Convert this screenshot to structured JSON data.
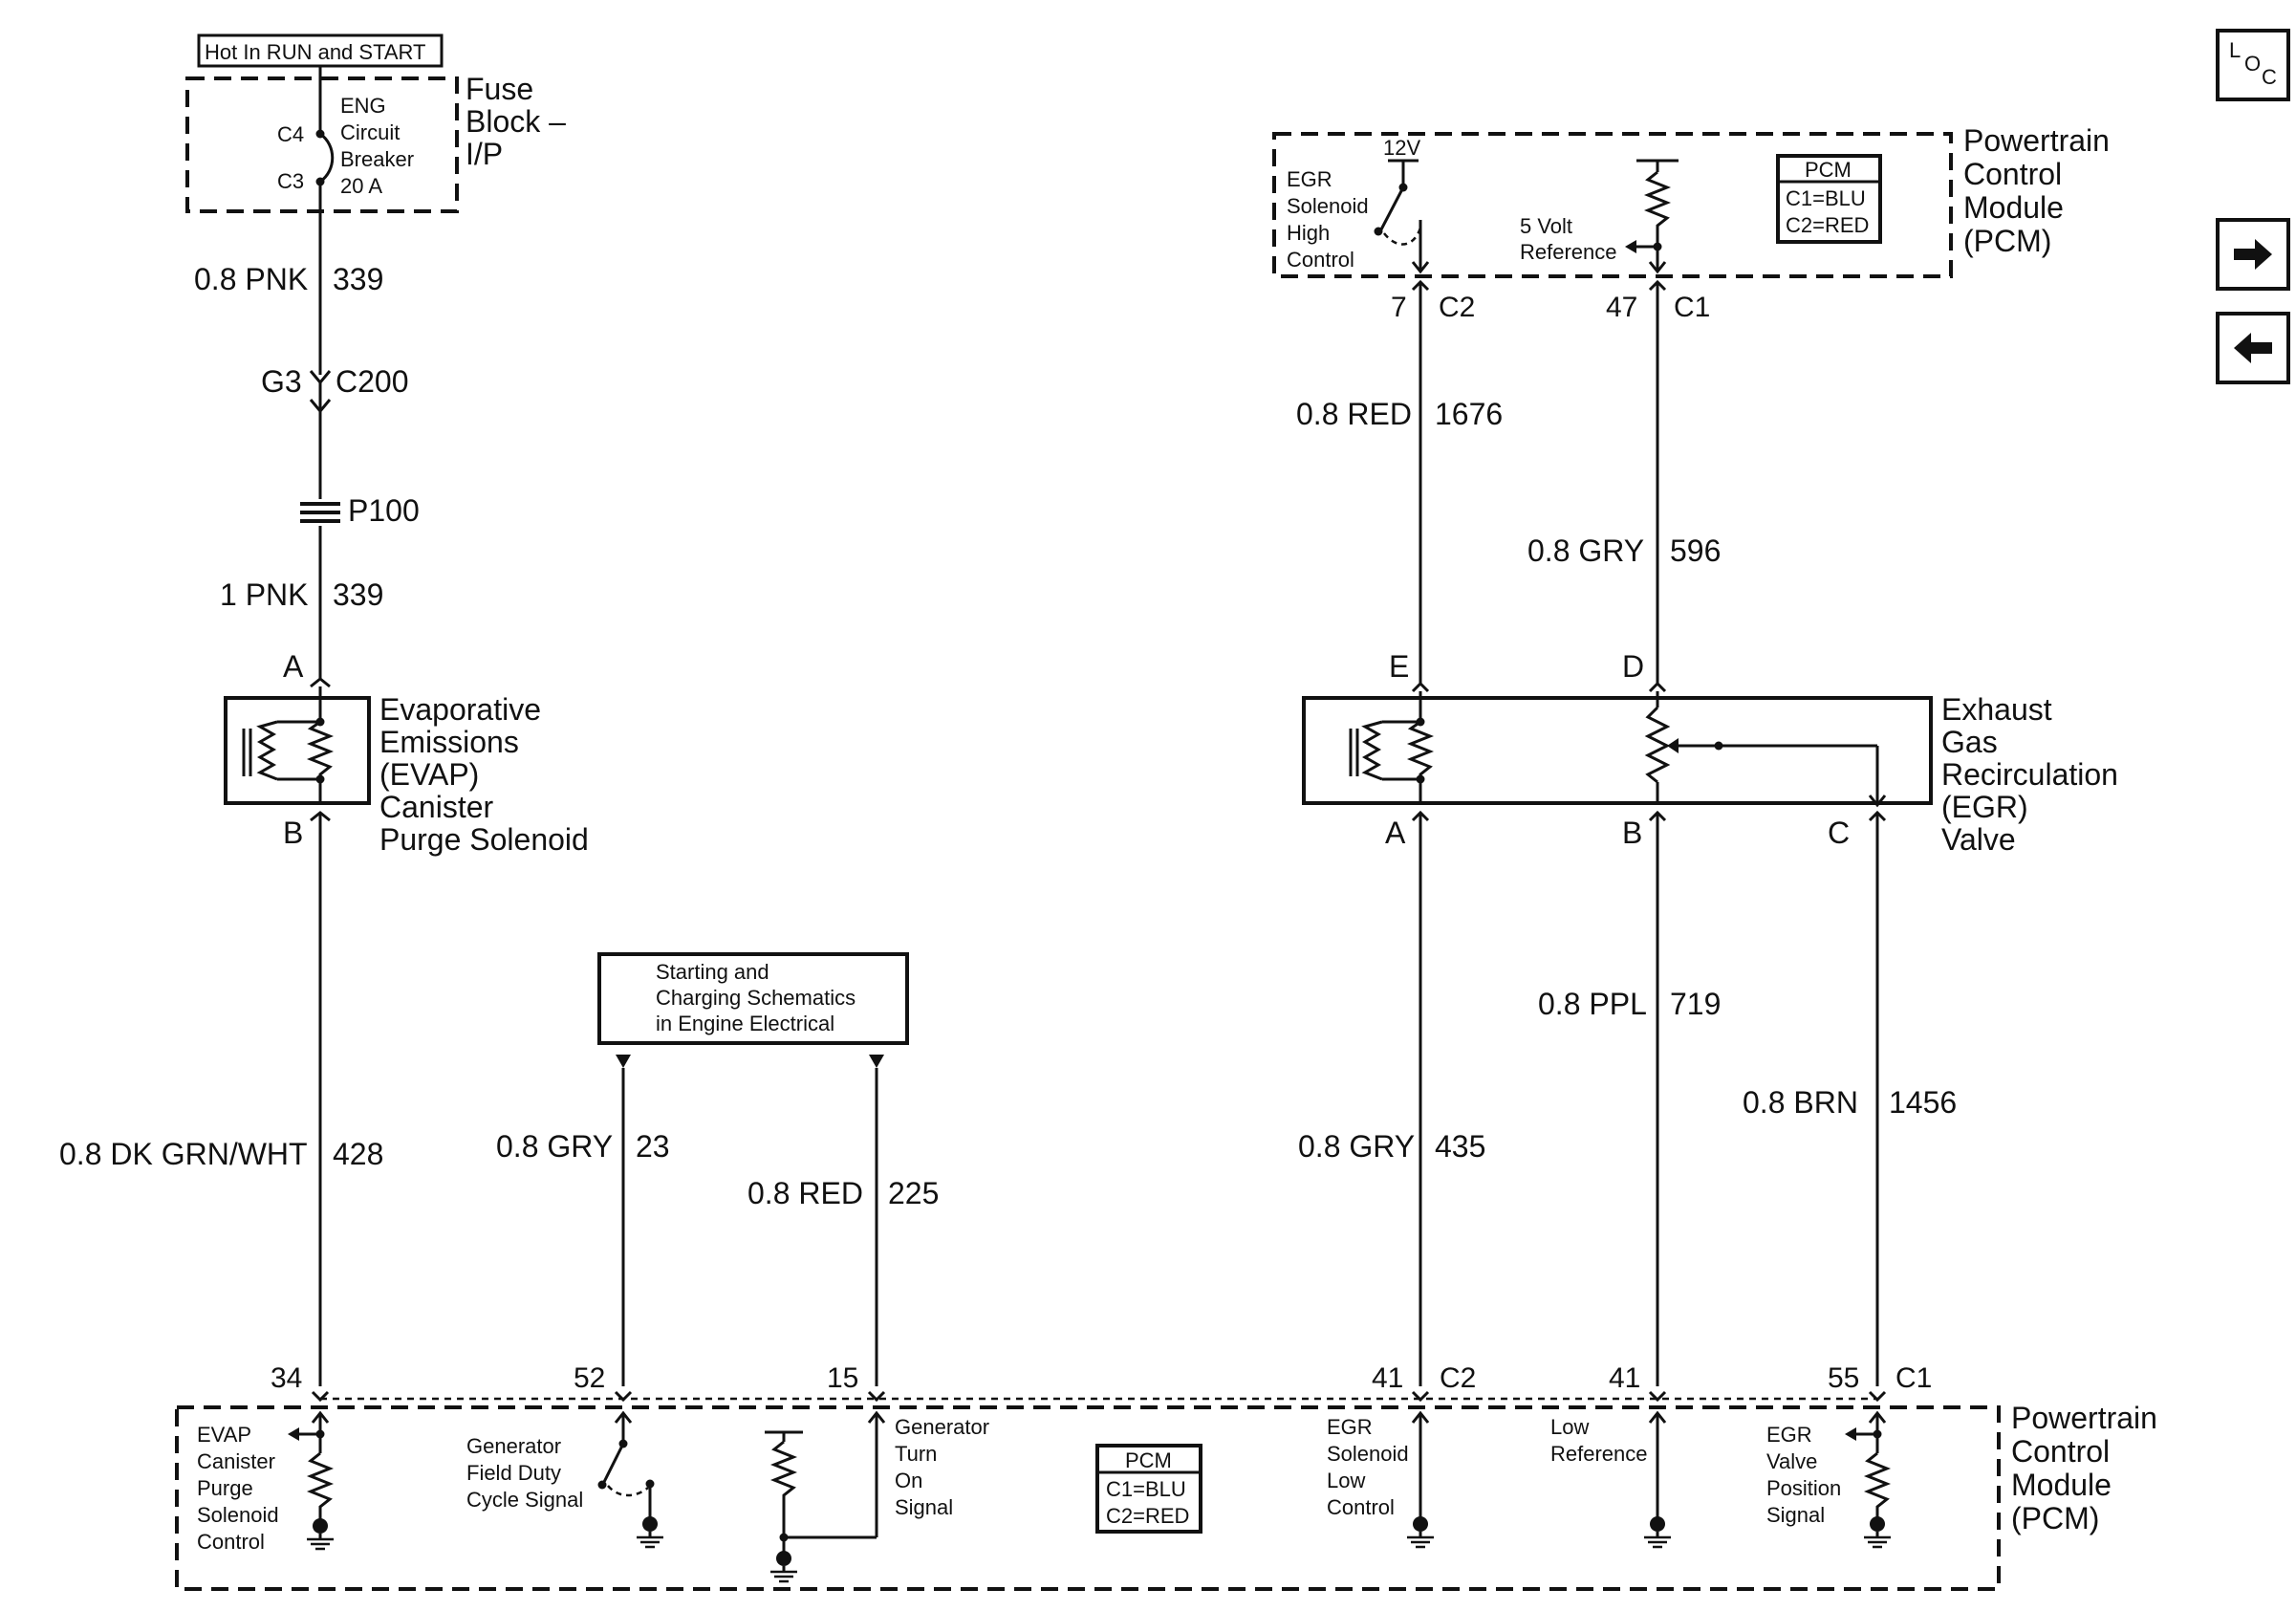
{
  "nav": {
    "loc": "LOC",
    "forward_icon": "arrow-right-icon",
    "back_icon": "arrow-left-icon"
  },
  "fuse": {
    "banner": "Hot In RUN and START",
    "c4": "C4",
    "c3": "C3",
    "desc": [
      "ENG",
      "Circuit",
      "Breaker",
      "20 A"
    ],
    "name": [
      "Fuse",
      "Block –",
      "I/P"
    ]
  },
  "left_circuit": {
    "wire1_color": "0.8 PNK",
    "wire1_num": "339",
    "conn_pin": "G3",
    "conn_id": "C200",
    "splice": "P100",
    "wire2_color": "1 PNK",
    "wire2_num": "339",
    "pin_a": "A",
    "pin_b": "B",
    "wire3_color": "0.8 DK GRN/WHT",
    "wire3_num": "428"
  },
  "evap": {
    "name": [
      "Evaporative",
      "Emissions",
      "(EVAP)",
      "Canister",
      "Purge Solenoid"
    ]
  },
  "starting": {
    "box": [
      "Starting and",
      "Charging Schematics",
      "in Engine Electrical"
    ],
    "wire_a_color": "0.8 GRY",
    "wire_a_num": "23",
    "wire_b_color": "0.8 RED",
    "wire_b_num": "225"
  },
  "pcm_top": {
    "name": [
      "Powertrain",
      "Control",
      "Module",
      "(PCM)"
    ],
    "legend_title": "PCM",
    "legend_c1": "C1=BLU",
    "legend_c2": "C2=RED",
    "v12": "12V",
    "egr_label": [
      "EGR",
      "Solenoid",
      "High",
      "Control"
    ],
    "ref_label": [
      "5 Volt",
      "Reference"
    ],
    "pin7": "7",
    "conn7": "C2",
    "pin47": "47",
    "conn47": "C1"
  },
  "egr_wires_top": {
    "w1_color": "0.8 RED",
    "w1_num": "1676",
    "w2_color": "0.8 GRY",
    "w2_num": "596"
  },
  "egr_valve": {
    "name": [
      "Exhaust",
      "Gas",
      "Recirculation",
      "(EGR)",
      "Valve"
    ],
    "pin_e": "E",
    "pin_d": "D",
    "pin_a": "A",
    "pin_b": "B",
    "pin_c": "C"
  },
  "egr_wires_bottom": {
    "a_color": "0.8 GRY",
    "a_num": "435",
    "b_color": "0.8 PPL",
    "b_num": "719",
    "c_color": "0.8 BRN",
    "c_num": "1456"
  },
  "pcm_bottom": {
    "name": [
      "Powertrain",
      "Control",
      "Module",
      "(PCM)"
    ],
    "legend_title": "PCM",
    "legend_c1": "C1=BLU",
    "legend_c2": "C2=RED",
    "pins": {
      "p34": "34",
      "p52": "52",
      "p15": "15",
      "p41a": "41",
      "c41a": "C2",
      "p41b": "41",
      "p55": "55",
      "c55": "C1"
    },
    "evap_label": [
      "EVAP",
      "Canister",
      "Purge",
      "Solenoid",
      "Control"
    ],
    "gen_field_label": [
      "Generator",
      "Field Duty",
      "Cycle Signal"
    ],
    "gen_turn_label": [
      "Generator",
      "Turn",
      "On",
      "Signal"
    ],
    "egr_low_label": [
      "EGR",
      "Solenoid",
      "Low",
      "Control"
    ],
    "low_ref_label": [
      "Low",
      "Reference"
    ],
    "egr_pos_label": [
      "EGR",
      "Valve",
      "Position",
      "Signal"
    ]
  }
}
